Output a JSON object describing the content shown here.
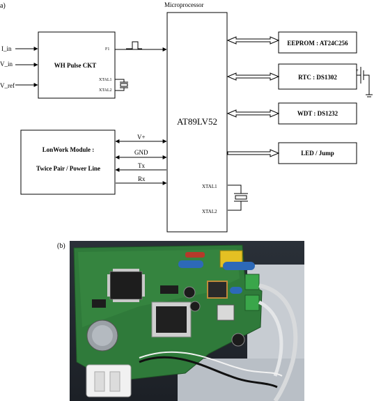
{
  "panel_a": {
    "label": "a)",
    "microprocessor_caption": "Microprocessor",
    "mcu_label": "AT89LV52",
    "mcu_xtal1": "XTAL1",
    "mcu_xtal2": "XTAL2",
    "wh_block": {
      "title": "WH Pulse CKT",
      "pin_f1": "F1",
      "pin_xtal1": "XTAL1",
      "pin_xtal2": "XTAL2"
    },
    "inputs": [
      "I_in",
      "V_in",
      "V_ref"
    ],
    "lonwork": {
      "line1": "LonWork Module :",
      "line2": "Twice Pair / Power Line",
      "signals": [
        "V+",
        "GND",
        "Tx",
        "Rx"
      ]
    },
    "peripherals": [
      "EEPROM : AT24C256",
      "RTC : DS1302",
      "WDT : DS1232",
      "LED / Jump"
    ],
    "rtc_battery_mark": "+"
  },
  "panel_b": {
    "label": "(b)"
  }
}
